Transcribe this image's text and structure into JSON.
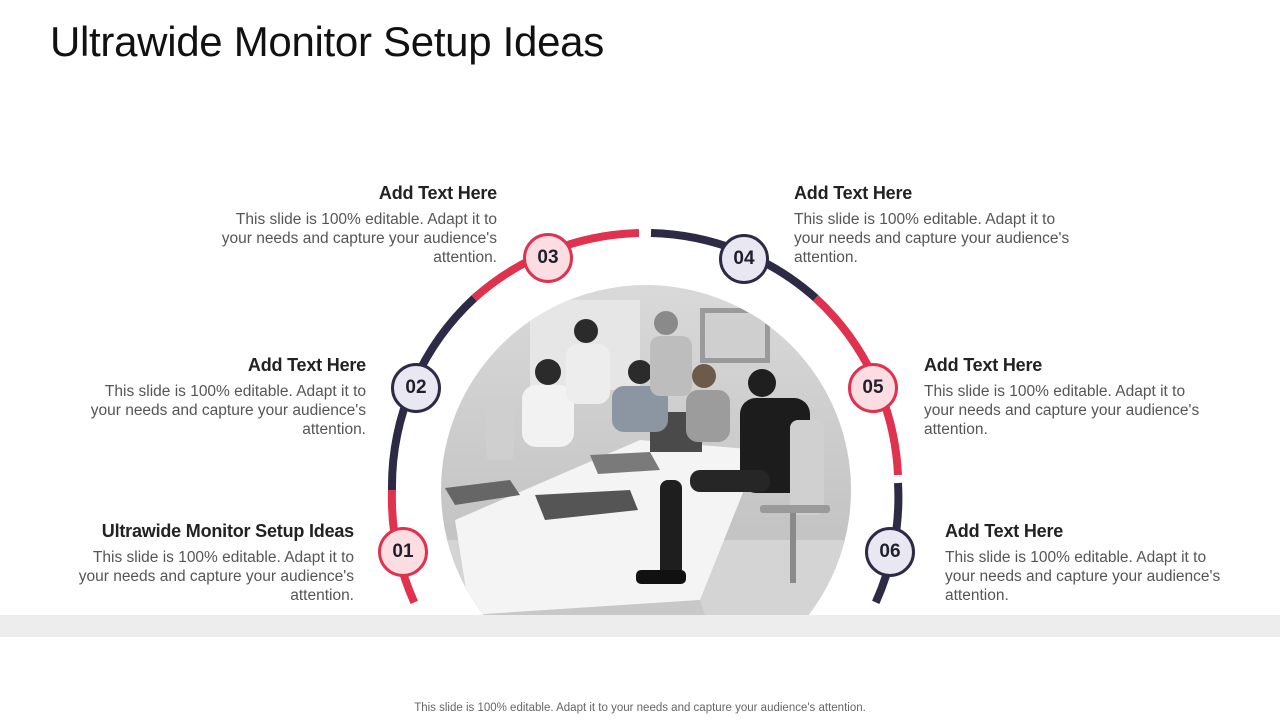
{
  "slide": {
    "title": "Ultrawide Monitor Setup Ideas",
    "footer": "This slide is 100% editable. Adapt it to your needs and capture your audience's attention."
  },
  "colors": {
    "accent_red": "#e0314e",
    "accent_navy": "#2c2a45",
    "band": "#ededed"
  },
  "photo": {
    "description_icon": "team-meeting-photo"
  },
  "items": [
    {
      "number": "01",
      "heading": "Ultrawide Monitor Setup Ideas",
      "text": "This slide is 100% editable. Adapt it to your needs and capture your audience's attention.",
      "color": "red"
    },
    {
      "number": "02",
      "heading": "Add Text Here",
      "text": "This slide is 100% editable. Adapt it to your needs and capture your audience's attention.",
      "color": "navy"
    },
    {
      "number": "03",
      "heading": "Add Text Here",
      "text": "This slide is 100% editable. Adapt it to your needs and capture your audience's attention.",
      "color": "red"
    },
    {
      "number": "04",
      "heading": "Add Text Here",
      "text": "This slide is 100% editable. Adapt it to your needs and capture your audience's attention.",
      "color": "navy"
    },
    {
      "number": "05",
      "heading": "Add Text Here",
      "text": "This slide is 100% editable. Adapt it to your needs and capture your audience's attention.",
      "color": "red"
    },
    {
      "number": "06",
      "heading": "Add Text Here",
      "text": "This slide is 100% editable. Adapt it to your needs and capture your audience's attention.",
      "color": "navy"
    }
  ]
}
